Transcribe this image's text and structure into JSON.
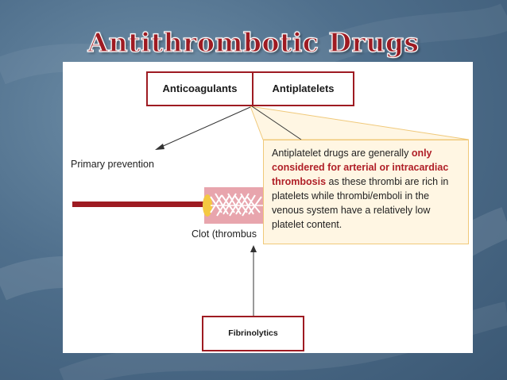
{
  "slide": {
    "title": "Antithrombotic Drugs"
  },
  "diagram": {
    "anticoagulants": "Anticoagulants",
    "antiplatelets": "Antiplatelets",
    "primary_prevention": "Primary prevention",
    "clot_label": "Clot (thrombus",
    "fibrinolytics": "Fibrinolytics",
    "callout": {
      "part1": "Antiplatelet drugs are generally ",
      "highlight": "only considered for arterial or intracardiac thrombosis",
      "part2": " as these thrombi are rich in platelets while thrombi/emboli in the venous system have a relatively low platelet content."
    }
  },
  "colors": {
    "accent_red": "#9e1b22",
    "callout_bg": "#fff6e3",
    "background_blue": "#4f6f8c"
  }
}
